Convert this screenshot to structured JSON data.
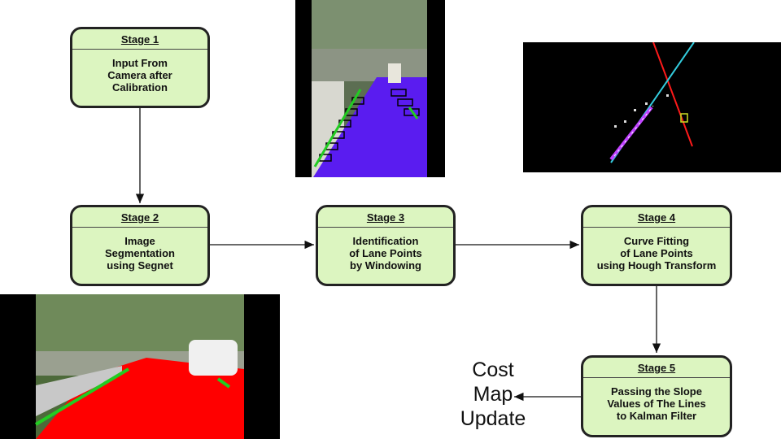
{
  "stages": [
    {
      "title": "Stage 1",
      "lines": [
        "Input From",
        "Camera after",
        "Calibration"
      ]
    },
    {
      "title": "Stage 2",
      "lines": [
        "Image",
        "Segmentation",
        "using Segnet"
      ]
    },
    {
      "title": "Stage 3",
      "lines": [
        "Identification",
        "of Lane Points",
        "by Windowing"
      ]
    },
    {
      "title": "Stage 4",
      "lines": [
        "Curve Fitting",
        "of Lane Points",
        "using Hough Transform"
      ]
    },
    {
      "title": "Stage 5",
      "lines": [
        "Passing the Slope",
        "Values of The Lines",
        "to Kalman Filter"
      ]
    }
  ],
  "output": {
    "lines": [
      "Cost",
      "Map",
      "Update"
    ]
  },
  "colors": {
    "box_fill": "#dcf5c0",
    "segmentation_red": "#ff0000",
    "lane_purple": "#6a1cff",
    "lane_green": "#22cc22",
    "line_red": "#ff1a1a",
    "line_cyan": "#33ccdd"
  }
}
